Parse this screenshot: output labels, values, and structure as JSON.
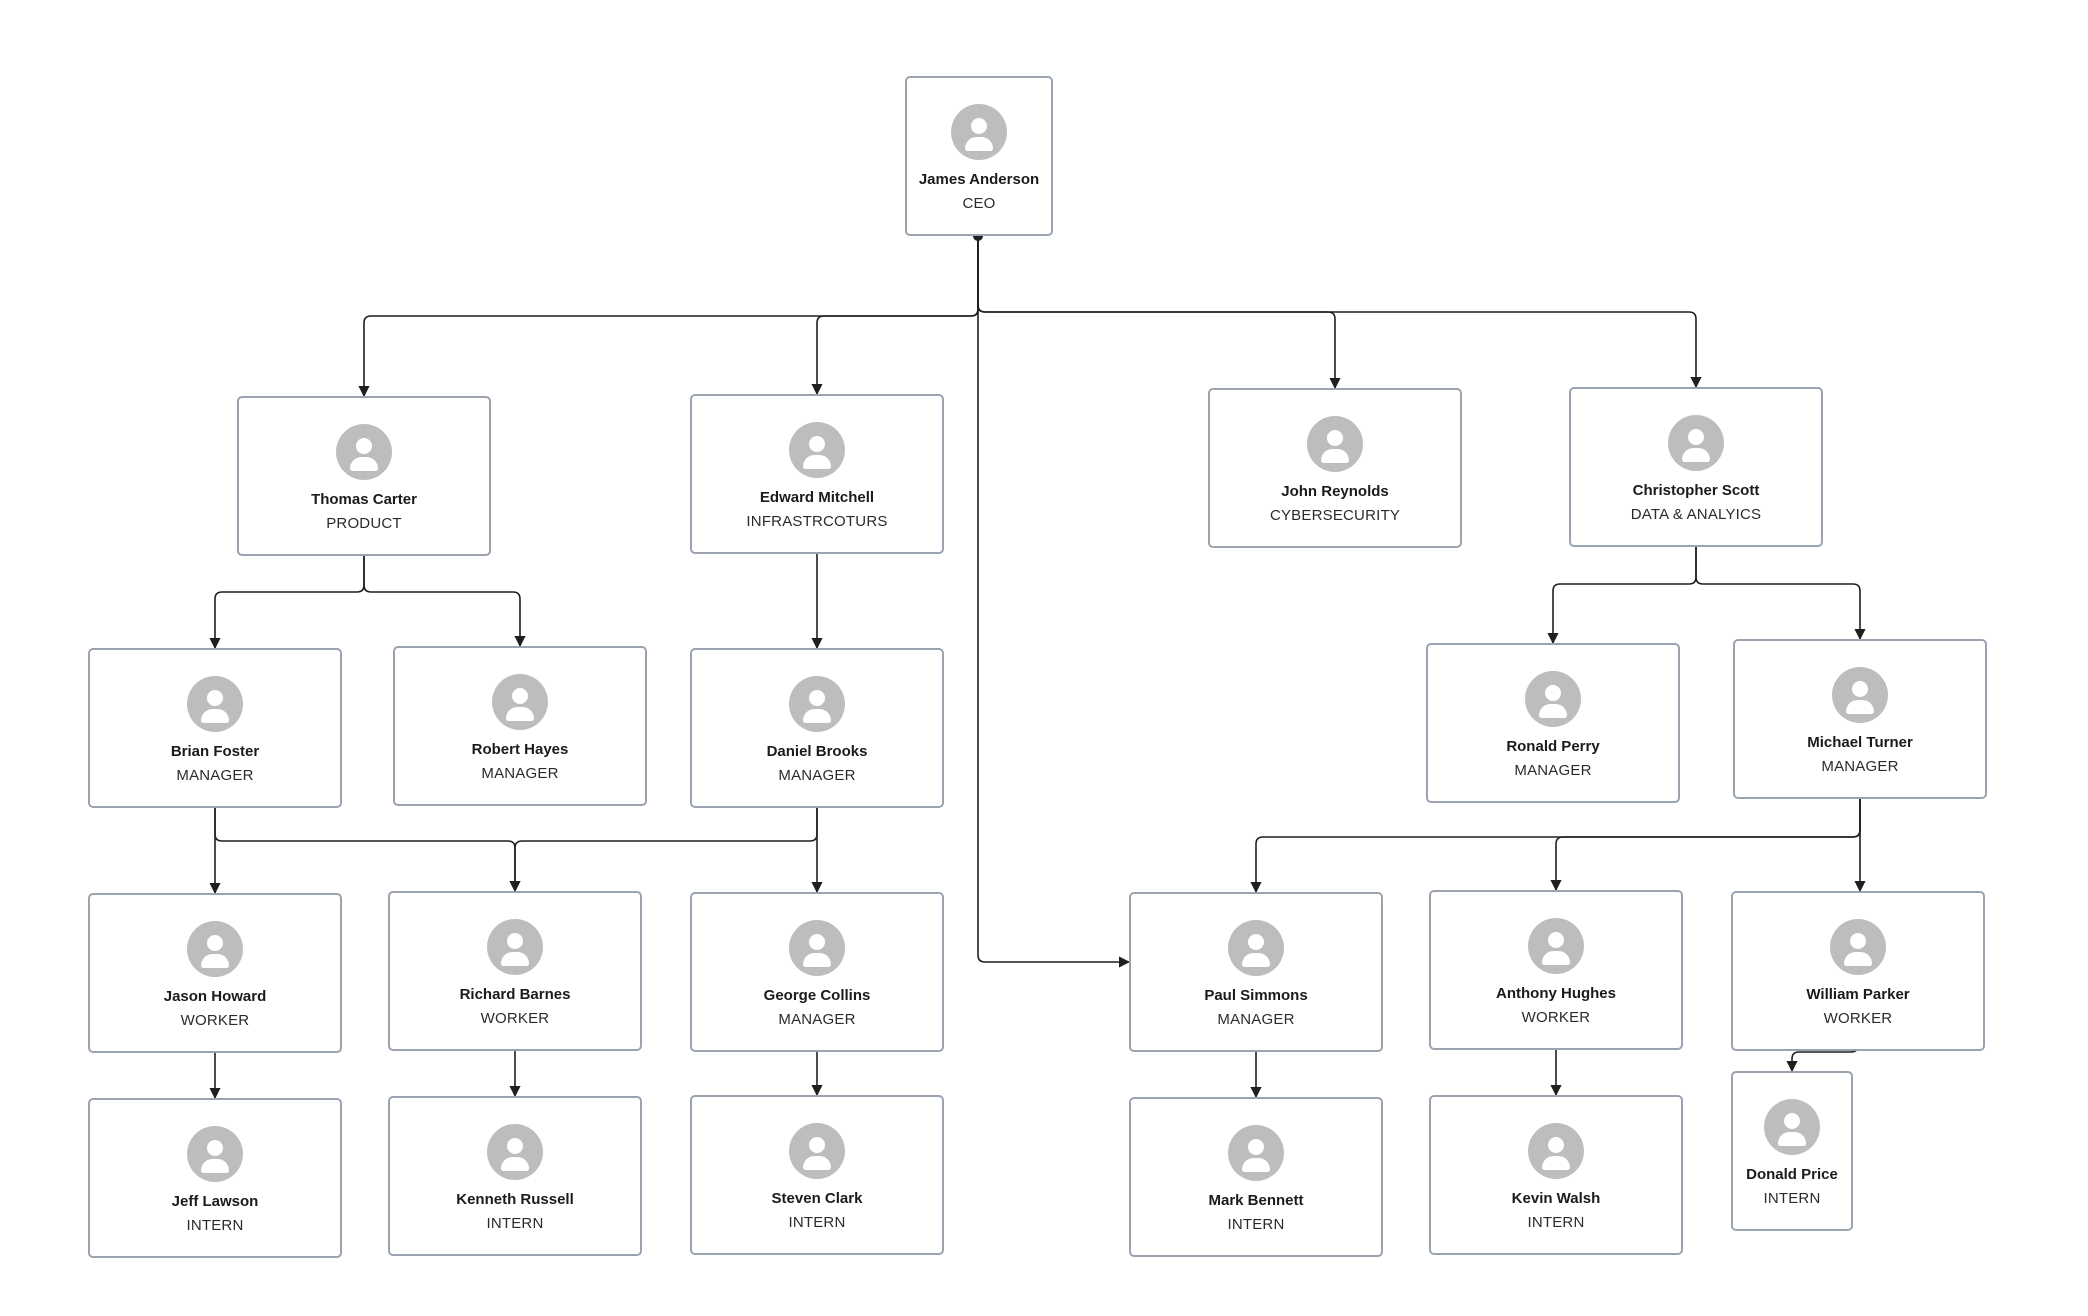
{
  "org_chart": {
    "people": [
      {
        "id": "james-anderson",
        "name": "James Anderson",
        "role": "CEO",
        "reports_to": null
      },
      {
        "id": "thomas-carter",
        "name": "Thomas Carter",
        "role": "PRODUCT",
        "reports_to": "james-anderson"
      },
      {
        "id": "edward-mitchell",
        "name": "Edward Mitchell",
        "role": "INFRASTRCOTURS",
        "reports_to": "james-anderson"
      },
      {
        "id": "john-reynolds",
        "name": "John Reynolds",
        "role": "CYBERSECURITY",
        "reports_to": "james-anderson"
      },
      {
        "id": "christopher-scott",
        "name": "Christopher Scott",
        "role": "DATA & ANALYICS",
        "reports_to": "james-anderson"
      },
      {
        "id": "brian-foster",
        "name": "Brian Foster",
        "role": "MANAGER",
        "reports_to": "thomas-carter"
      },
      {
        "id": "robert-hayes",
        "name": "Robert Hayes",
        "role": "MANAGER",
        "reports_to": "thomas-carter"
      },
      {
        "id": "daniel-brooks",
        "name": "Daniel Brooks",
        "role": "MANAGER",
        "reports_to": "edward-mitchell"
      },
      {
        "id": "ronald-perry",
        "name": "Ronald Perry",
        "role": "MANAGER",
        "reports_to": "christopher-scott"
      },
      {
        "id": "michael-turner",
        "name": "Michael Turner",
        "role": "MANAGER",
        "reports_to": "christopher-scott"
      },
      {
        "id": "jason-howard",
        "name": "Jason Howard",
        "role": "WORKER",
        "reports_to": "brian-foster"
      },
      {
        "id": "richard-barnes",
        "name": "Richard Barnes",
        "role": "WORKER",
        "reports_to": "brian-foster"
      },
      {
        "id": "george-collins",
        "name": "George Collins",
        "role": "MANAGER",
        "reports_to": "daniel-brooks"
      },
      {
        "id": "paul-simmons",
        "name": "Paul Simmons",
        "role": "MANAGER",
        "reports_to": "michael-turner"
      },
      {
        "id": "anthony-hughes",
        "name": "Anthony Hughes",
        "role": "WORKER",
        "reports_to": "michael-turner"
      },
      {
        "id": "william-parker",
        "name": "William Parker",
        "role": "WORKER",
        "reports_to": "michael-turner"
      },
      {
        "id": "jeff-lawson",
        "name": "Jeff Lawson",
        "role": "INTERN",
        "reports_to": "jason-howard"
      },
      {
        "id": "kenneth-russell",
        "name": "Kenneth Russell",
        "role": "INTERN",
        "reports_to": "richard-barnes"
      },
      {
        "id": "steven-clark",
        "name": "Steven Clark",
        "role": "INTERN",
        "reports_to": "george-collins"
      },
      {
        "id": "mark-bennett",
        "name": "Mark Bennett",
        "role": "INTERN",
        "reports_to": "paul-simmons"
      },
      {
        "id": "kevin-walsh",
        "name": "Kevin Walsh",
        "role": "INTERN",
        "reports_to": "anthony-hughes"
      },
      {
        "id": "donald-price",
        "name": "Donald Price",
        "role": "INTERN",
        "reports_to": "william-parker"
      }
    ],
    "extra_links": [
      {
        "from": "daniel-brooks",
        "to": "richard-barnes"
      },
      {
        "from": "james-anderson",
        "to": "paul-simmons"
      }
    ],
    "colors": {
      "node_border": "#9ba3b1",
      "avatar": "#bdbdbd",
      "connector": "#1f1f1f"
    },
    "avatar_icon": "person-silhouette-icon"
  }
}
